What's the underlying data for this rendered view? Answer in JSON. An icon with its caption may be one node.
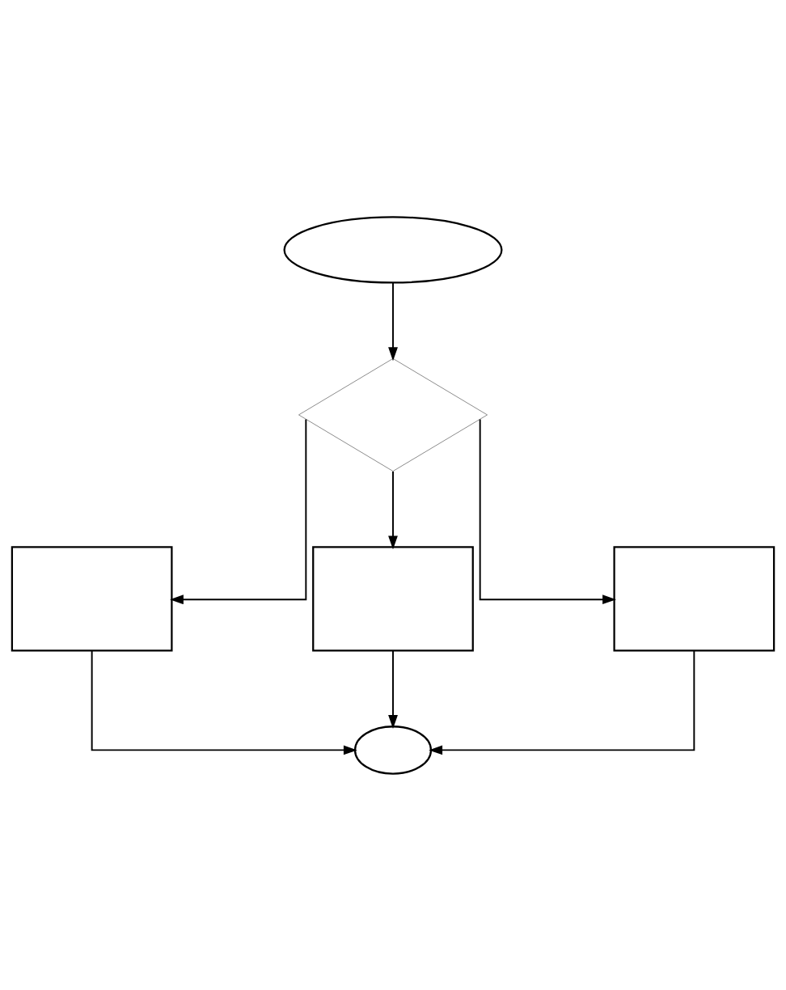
{
  "diagram": {
    "nodes": [
      {
        "text": [],
        "shape": "ellipse"
      },
      {
        "text": [],
        "shape": "diamond"
      },
      {
        "text": [],
        "shape": "box"
      },
      {
        "text": [],
        "shape": "box"
      },
      {
        "text": [],
        "shape": "box"
      },
      {
        "text": [],
        "shape": "ellipse"
      }
    ],
    "edges": [
      {
        "from": 0,
        "to": 1,
        "arrow": "to"
      },
      {
        "from": 1,
        "to": 2,
        "arrow": "to"
      },
      {
        "from": 1,
        "to": 3,
        "arrow": "to"
      },
      {
        "from": 1,
        "to": 4,
        "arrow": "to"
      },
      {
        "from": 2,
        "to": 5,
        "arrow": "to"
      },
      {
        "from": 3,
        "to": 5,
        "arrow": "to"
      },
      {
        "from": 4,
        "to": 5,
        "arrow": "to"
      }
    ]
  }
}
